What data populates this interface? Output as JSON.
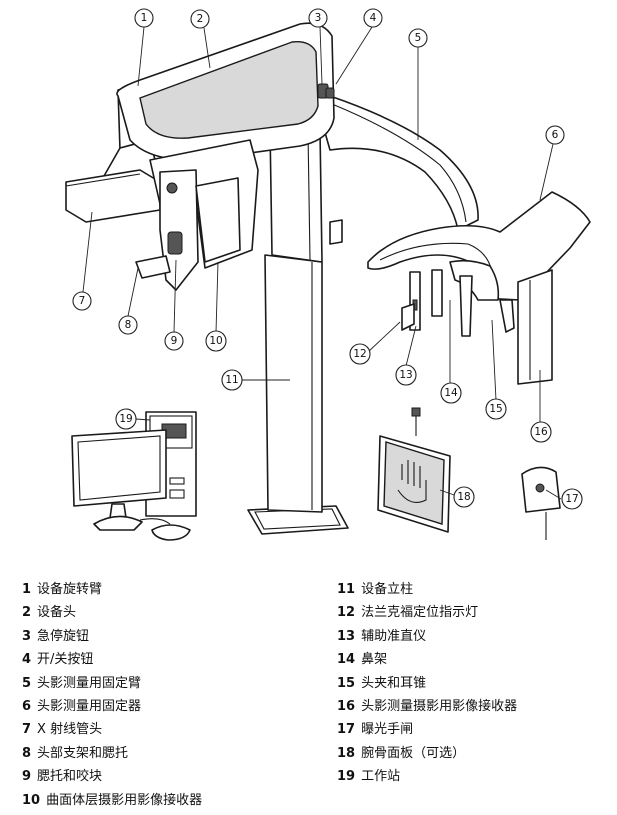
{
  "callout_numbers": [
    "1",
    "2",
    "3",
    "4",
    "5",
    "6",
    "7",
    "8",
    "9",
    "10",
    "11",
    "12",
    "13",
    "14",
    "15",
    "16",
    "17",
    "18",
    "19"
  ],
  "legend": [
    {
      "num": "1",
      "label": "设备旋转臂"
    },
    {
      "num": "2",
      "label": "设备头"
    },
    {
      "num": "3",
      "label": "急停旋钮"
    },
    {
      "num": "4",
      "label": "开/关按钮"
    },
    {
      "num": "5",
      "label": "头影测量用固定臂"
    },
    {
      "num": "6",
      "label": "头影测量用固定器"
    },
    {
      "num": "7",
      "label": "X 射线管头"
    },
    {
      "num": "8",
      "label": "头部支架和腮托"
    },
    {
      "num": "9",
      "label": "腮托和咬块"
    },
    {
      "num": "10",
      "label": "曲面体层摄影用影像接收器"
    },
    {
      "num": "11",
      "label": "设备立柱"
    },
    {
      "num": "12",
      "label": "法兰克福定位指示灯"
    },
    {
      "num": "13",
      "label": "辅助准直仪"
    },
    {
      "num": "14",
      "label": "鼻架"
    },
    {
      "num": "15",
      "label": "头夹和耳锥"
    },
    {
      "num": "16",
      "label": "头影测量摄影用影像接收器"
    },
    {
      "num": "17",
      "label": "曝光手闸"
    },
    {
      "num": "18",
      "label": "腕骨面板（可选）"
    },
    {
      "num": "19",
      "label": "工作站"
    }
  ]
}
